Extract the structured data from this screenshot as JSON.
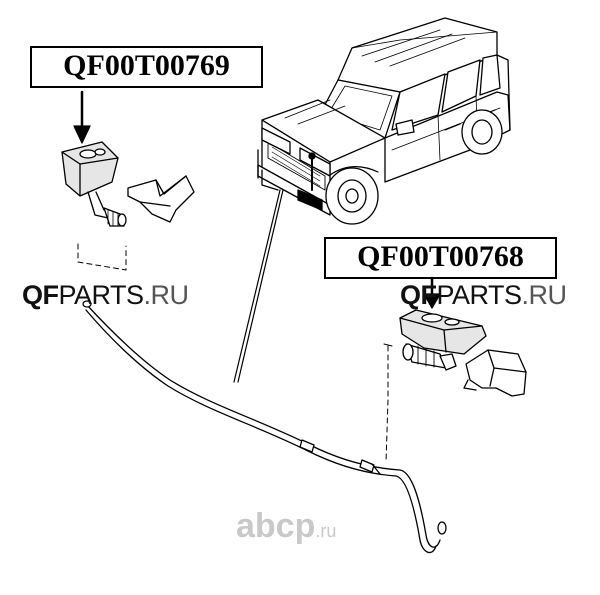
{
  "parts": {
    "left_label": "QF00T00769",
    "right_label": "QF00T00768"
  },
  "watermarks": {
    "qfparts_bold": "QF",
    "qfparts_mid": "PARTS",
    "qfparts_suffix": ".RU",
    "abcp_main": "abcp",
    "abcp_suffix": ".ru"
  },
  "colors": {
    "line": "#000000",
    "watermark_gray": "#c9c9c9",
    "part_fill": "#e6e6e6"
  }
}
